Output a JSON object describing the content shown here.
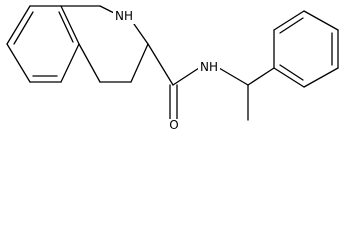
{
  "molecule": {
    "atom_labels": {
      "nh_ring": "NH",
      "nh_amide": "NH",
      "oxygen": "O"
    }
  },
  "colors": {
    "bond": "#000000",
    "background": "#ffffff"
  }
}
